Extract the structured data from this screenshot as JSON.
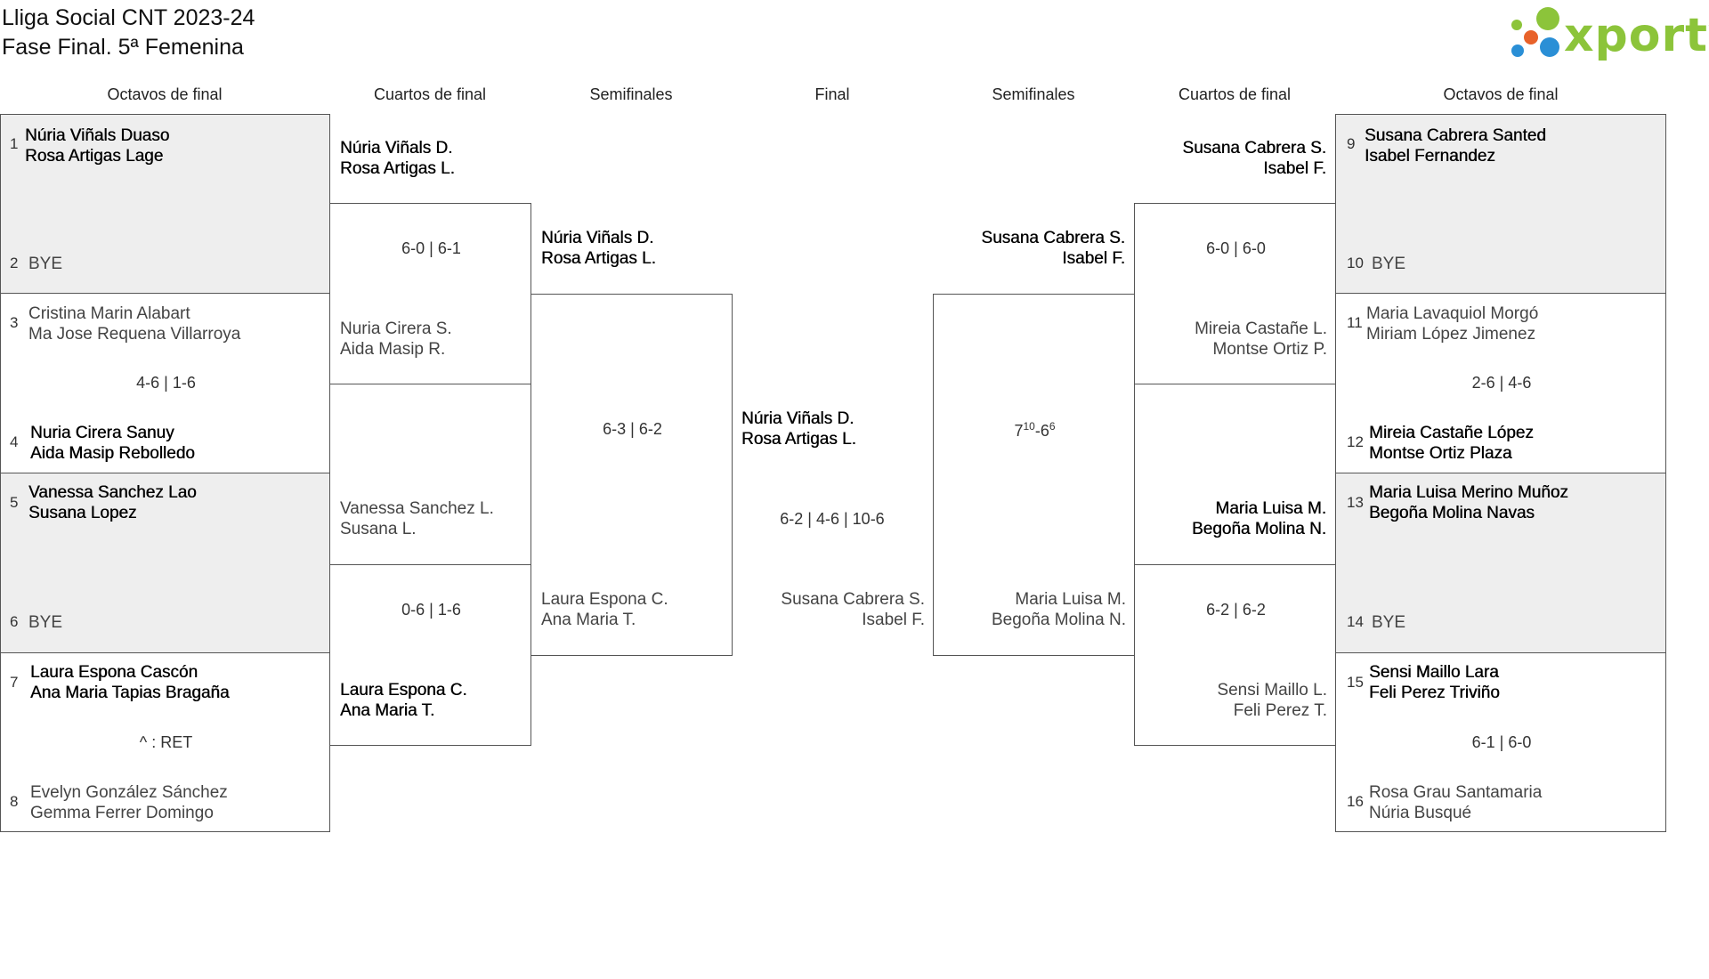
{
  "title": {
    "line1": "Lliga Social CNT 2023-24",
    "line2": "Fase Final. 5ª Femenina"
  },
  "logo": {
    "text": "xporty",
    "colors": [
      "#8cc43a",
      "#e8622a",
      "#2a8fd6"
    ]
  },
  "headers": {
    "r16_left": "Octavos de final",
    "qf_left": "Cuartos de final",
    "sf_left": "Semifinales",
    "final": "Final",
    "sf_right": "Semifinales",
    "qf_right": "Cuartos de final",
    "r16_right": "Octavos de final"
  },
  "r16_left": [
    {
      "s1": "1",
      "p1a": "Núria Viñals Duaso",
      "p1b": "Rosa Artigas Lage",
      "s2": "2",
      "p2": "BYE",
      "score": ""
    },
    {
      "s1": "3",
      "p1a": "Cristina Marin Alabart",
      "p1b": "Ma Jose Requena Villarroya",
      "s2": "4",
      "p2a": "Nuria Cirera Sanuy",
      "p2b": "Aida Masip Rebolledo",
      "score": "4-6 | 1-6"
    },
    {
      "s1": "5",
      "p1a": "Vanessa Sanchez Lao",
      "p1b": "Susana Lopez",
      "s2": "6",
      "p2": "BYE",
      "score": ""
    },
    {
      "s1": "7",
      "p1a": "Laura Espona Cascón",
      "p1b": "Ana Maria Tapias Bragaña",
      "s2": "8",
      "p2a": "Evelyn González Sánchez",
      "p2b": "Gemma Ferrer Domingo",
      "score": "^ : RET"
    }
  ],
  "qf_left": [
    {
      "p1a": "Núria Viñals D.",
      "p1b": "Rosa Artigas L.",
      "p2a": "Nuria Cirera S.",
      "p2b": "Aida Masip R.",
      "score": "6-0 | 6-1"
    },
    {
      "p1a": "Vanessa Sanchez L.",
      "p1b": "Susana L.",
      "p2a": "Laura Espona C.",
      "p2b": "Ana Maria T.",
      "score": "0-6 | 1-6"
    }
  ],
  "sf_left": {
    "p1a": "Núria Viñals D.",
    "p1b": "Rosa Artigas L.",
    "p2a": "Laura Espona C.",
    "p2b": "Ana Maria T.",
    "score": "6-3 | 6-2"
  },
  "final": {
    "p1a": "Núria Viñals D.",
    "p1b": "Rosa Artigas L.",
    "p2a": "Susana Cabrera S.",
    "p2b": "Isabel F.",
    "score": "6-2 | 4-6 | 10-6"
  },
  "sf_right": {
    "p1a": "Susana Cabrera S.",
    "p1b": "Isabel F.",
    "p2a": "Maria Luisa M.",
    "p2b": "Begoña Molina N.",
    "score_base1": "7",
    "score_sup1": "10",
    "score_mid": "-6",
    "score_sup2": "6"
  },
  "qf_right": [
    {
      "p1a": "Susana Cabrera S.",
      "p1b": "Isabel F.",
      "p2a": "Mireia Castañe L.",
      "p2b": "Montse Ortiz P.",
      "score": "6-0 | 6-0"
    },
    {
      "p1a": "Maria Luisa M.",
      "p1b": "Begoña Molina N.",
      "p2a": "Sensi Maillo L.",
      "p2b": "Feli Perez T.",
      "score": "6-2 | 6-2"
    }
  ],
  "r16_right": [
    {
      "s1": "9",
      "p1a": "Susana Cabrera Santed",
      "p1b": "Isabel Fernandez",
      "s2": "10",
      "p2": "BYE",
      "score": ""
    },
    {
      "s1": "11",
      "p1a": "Maria Lavaquiol Morgó",
      "p1b": "Miriam López Jimenez",
      "s2": "12",
      "p2a": "Mireia Castañe López",
      "p2b": "Montse Ortiz Plaza",
      "score": "2-6 | 4-6"
    },
    {
      "s1": "13",
      "p1a": "Maria Luisa Merino Muñoz",
      "p1b": "Begoña Molina Navas",
      "s2": "14",
      "p2": "BYE",
      "score": ""
    },
    {
      "s1": "15",
      "p1a": "Sensi Maillo Lara",
      "p1b": "Feli Perez Triviño",
      "s2": "16",
      "p2a": "Rosa Grau Santamaria",
      "p2b": "Núria Busqué",
      "score": "6-1 | 6-0"
    }
  ]
}
